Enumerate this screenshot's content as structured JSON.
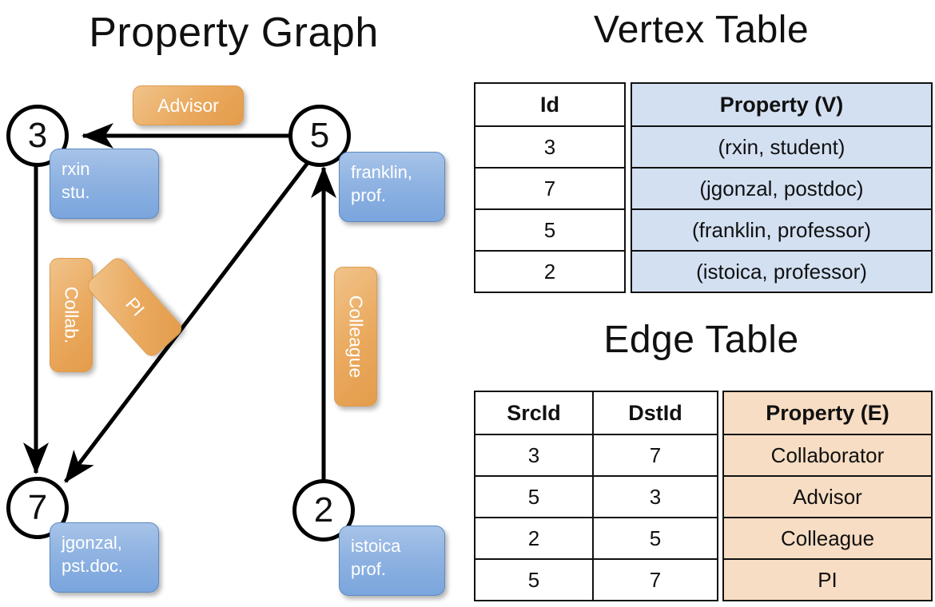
{
  "titles": {
    "graph": "Property Graph",
    "vertex_table": "Vertex Table",
    "edge_table": "Edge Table"
  },
  "graph": {
    "nodes": [
      {
        "id": "3",
        "label": "3",
        "property_lines": [
          "rxin",
          "stu."
        ]
      },
      {
        "id": "5",
        "label": "5",
        "property_lines": [
          "franklin,",
          "prof."
        ]
      },
      {
        "id": "7",
        "label": "7",
        "property_lines": [
          "jgonzal,",
          "pst.doc."
        ]
      },
      {
        "id": "2",
        "label": "2",
        "property_lines": [
          "istoica",
          "prof."
        ]
      }
    ],
    "edge_labels": [
      {
        "name": "advisor",
        "text": "Advisor"
      },
      {
        "name": "collab",
        "text": "Collab."
      },
      {
        "name": "pi",
        "text": "PI"
      },
      {
        "name": "colleague",
        "text": "Colleague"
      }
    ],
    "edges": [
      {
        "src": "5",
        "dst": "3",
        "label": "Advisor"
      },
      {
        "src": "3",
        "dst": "7",
        "label": "Collab."
      },
      {
        "src": "5",
        "dst": "7",
        "label": "PI"
      },
      {
        "src": "2",
        "dst": "5",
        "label": "Colleague"
      }
    ]
  },
  "vertex_table": {
    "columns": [
      "Id",
      "Property (V)"
    ],
    "rows": [
      {
        "id": "3",
        "property": "(rxin, student)"
      },
      {
        "id": "7",
        "property": "(jgonzal, postdoc)"
      },
      {
        "id": "5",
        "property": "(franklin, professor)"
      },
      {
        "id": "2",
        "property": "(istoica, professor)"
      }
    ]
  },
  "edge_table": {
    "columns": [
      "SrcId",
      "DstId",
      "Property (E)"
    ],
    "rows": [
      {
        "src": "3",
        "dst": "7",
        "property": "Collaborator"
      },
      {
        "src": "5",
        "dst": "3",
        "property": "Advisor"
      },
      {
        "src": "2",
        "dst": "5",
        "property": "Colleague"
      },
      {
        "src": "5",
        "dst": "7",
        "property": "PI"
      }
    ]
  },
  "colors": {
    "vertex_property_fill": "#d3e0f2",
    "edge_property_fill": "#f7ddc3",
    "node_box_blue": "#8fb3e2",
    "edge_label_orange": "#eaa95e",
    "stroke": "#111111",
    "background": "#ffffff"
  }
}
